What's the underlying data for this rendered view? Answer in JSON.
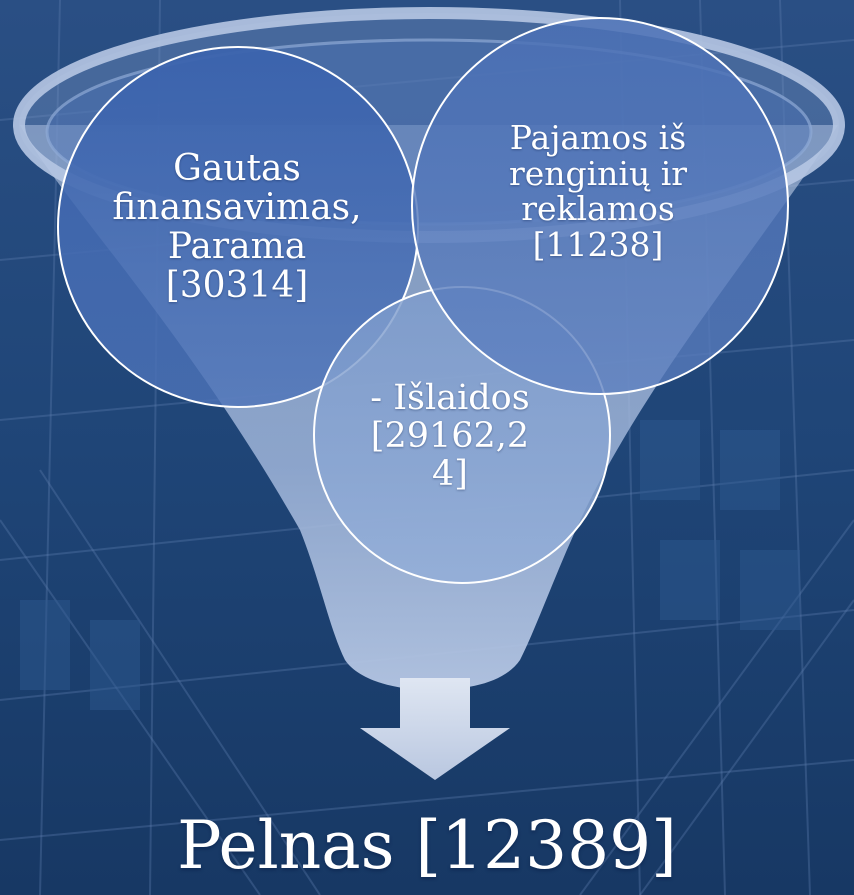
{
  "diagram": {
    "circles": [
      {
        "id": "gautas",
        "text": "Gautas\nfinansavimas,\nParama\n[30314]"
      },
      {
        "id": "pajamos",
        "text": "Pajamos iš\nrenginių ir\nreklamos\n[11238]"
      },
      {
        "id": "islaidos",
        "text": "- Išlaidos\n[29162,2\n4]"
      }
    ],
    "result": "Pelnas [12389]"
  },
  "colors": {
    "background": "#1c3f6e",
    "funnel": "#a9bddb",
    "circle_top": "#3d66b0",
    "circle_bottom": "#8aa6d3",
    "arrow": "#c9d4e8"
  }
}
